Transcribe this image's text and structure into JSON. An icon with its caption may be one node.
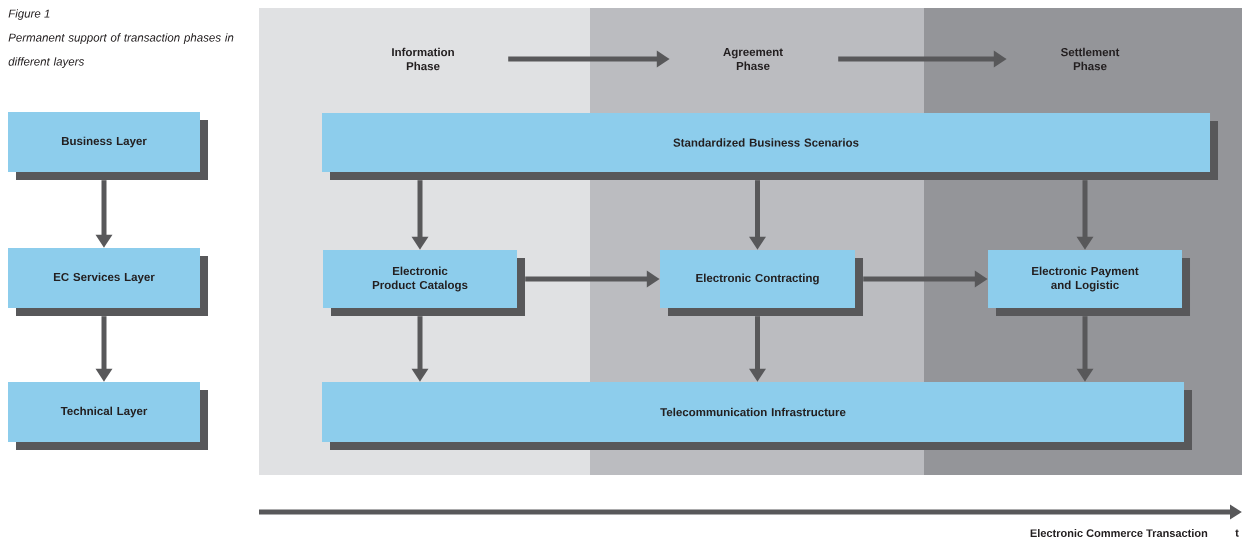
{
  "diagram": {
    "title": "Figure 1",
    "caption": "Permanent support of transaction phases in different layers",
    "nodes": [
      {
        "text": [
          "Business Layer"
        ]
      },
      {
        "text": [
          "EC Services Layer"
        ]
      },
      {
        "text": [
          "Technical Layer"
        ]
      },
      {
        "text": [
          "Information Phase"
        ]
      },
      {
        "text": [
          "Agreement Phase"
        ]
      },
      {
        "text": [
          "Settlement Phase"
        ]
      },
      {
        "text": [
          "Standardized Business Scenarios"
        ]
      },
      {
        "text": [
          "Electronic Product Catalogs"
        ]
      },
      {
        "text": [
          "Electronic Contracting"
        ]
      },
      {
        "text": [
          "Electronic Payment and Logistic"
        ]
      },
      {
        "text": [
          "Telecommunication Infrastructure"
        ]
      }
    ],
    "edges": [
      {
        "from": 0,
        "to": 1,
        "arrow": "to"
      },
      {
        "from": 1,
        "to": 2,
        "arrow": "to"
      },
      {
        "from": 3,
        "to": 4,
        "arrow": "to"
      },
      {
        "from": 4,
        "to": 5,
        "arrow": "to"
      },
      {
        "from": 6,
        "to": 7,
        "arrow": "to"
      },
      {
        "from": 6,
        "to": 8,
        "arrow": "to"
      },
      {
        "from": 6,
        "to": 9,
        "arrow": "to"
      },
      {
        "from": 7,
        "to": 8,
        "arrow": "to"
      },
      {
        "from": 8,
        "to": 9,
        "arrow": "to"
      },
      {
        "from": 7,
        "to": 10,
        "arrow": "to"
      },
      {
        "from": 8,
        "to": 10,
        "arrow": "to"
      },
      {
        "from": 9,
        "to": 10,
        "arrow": "to"
      }
    ],
    "labels": [
      "Electronic Commerce Transaction",
      "t"
    ]
  }
}
